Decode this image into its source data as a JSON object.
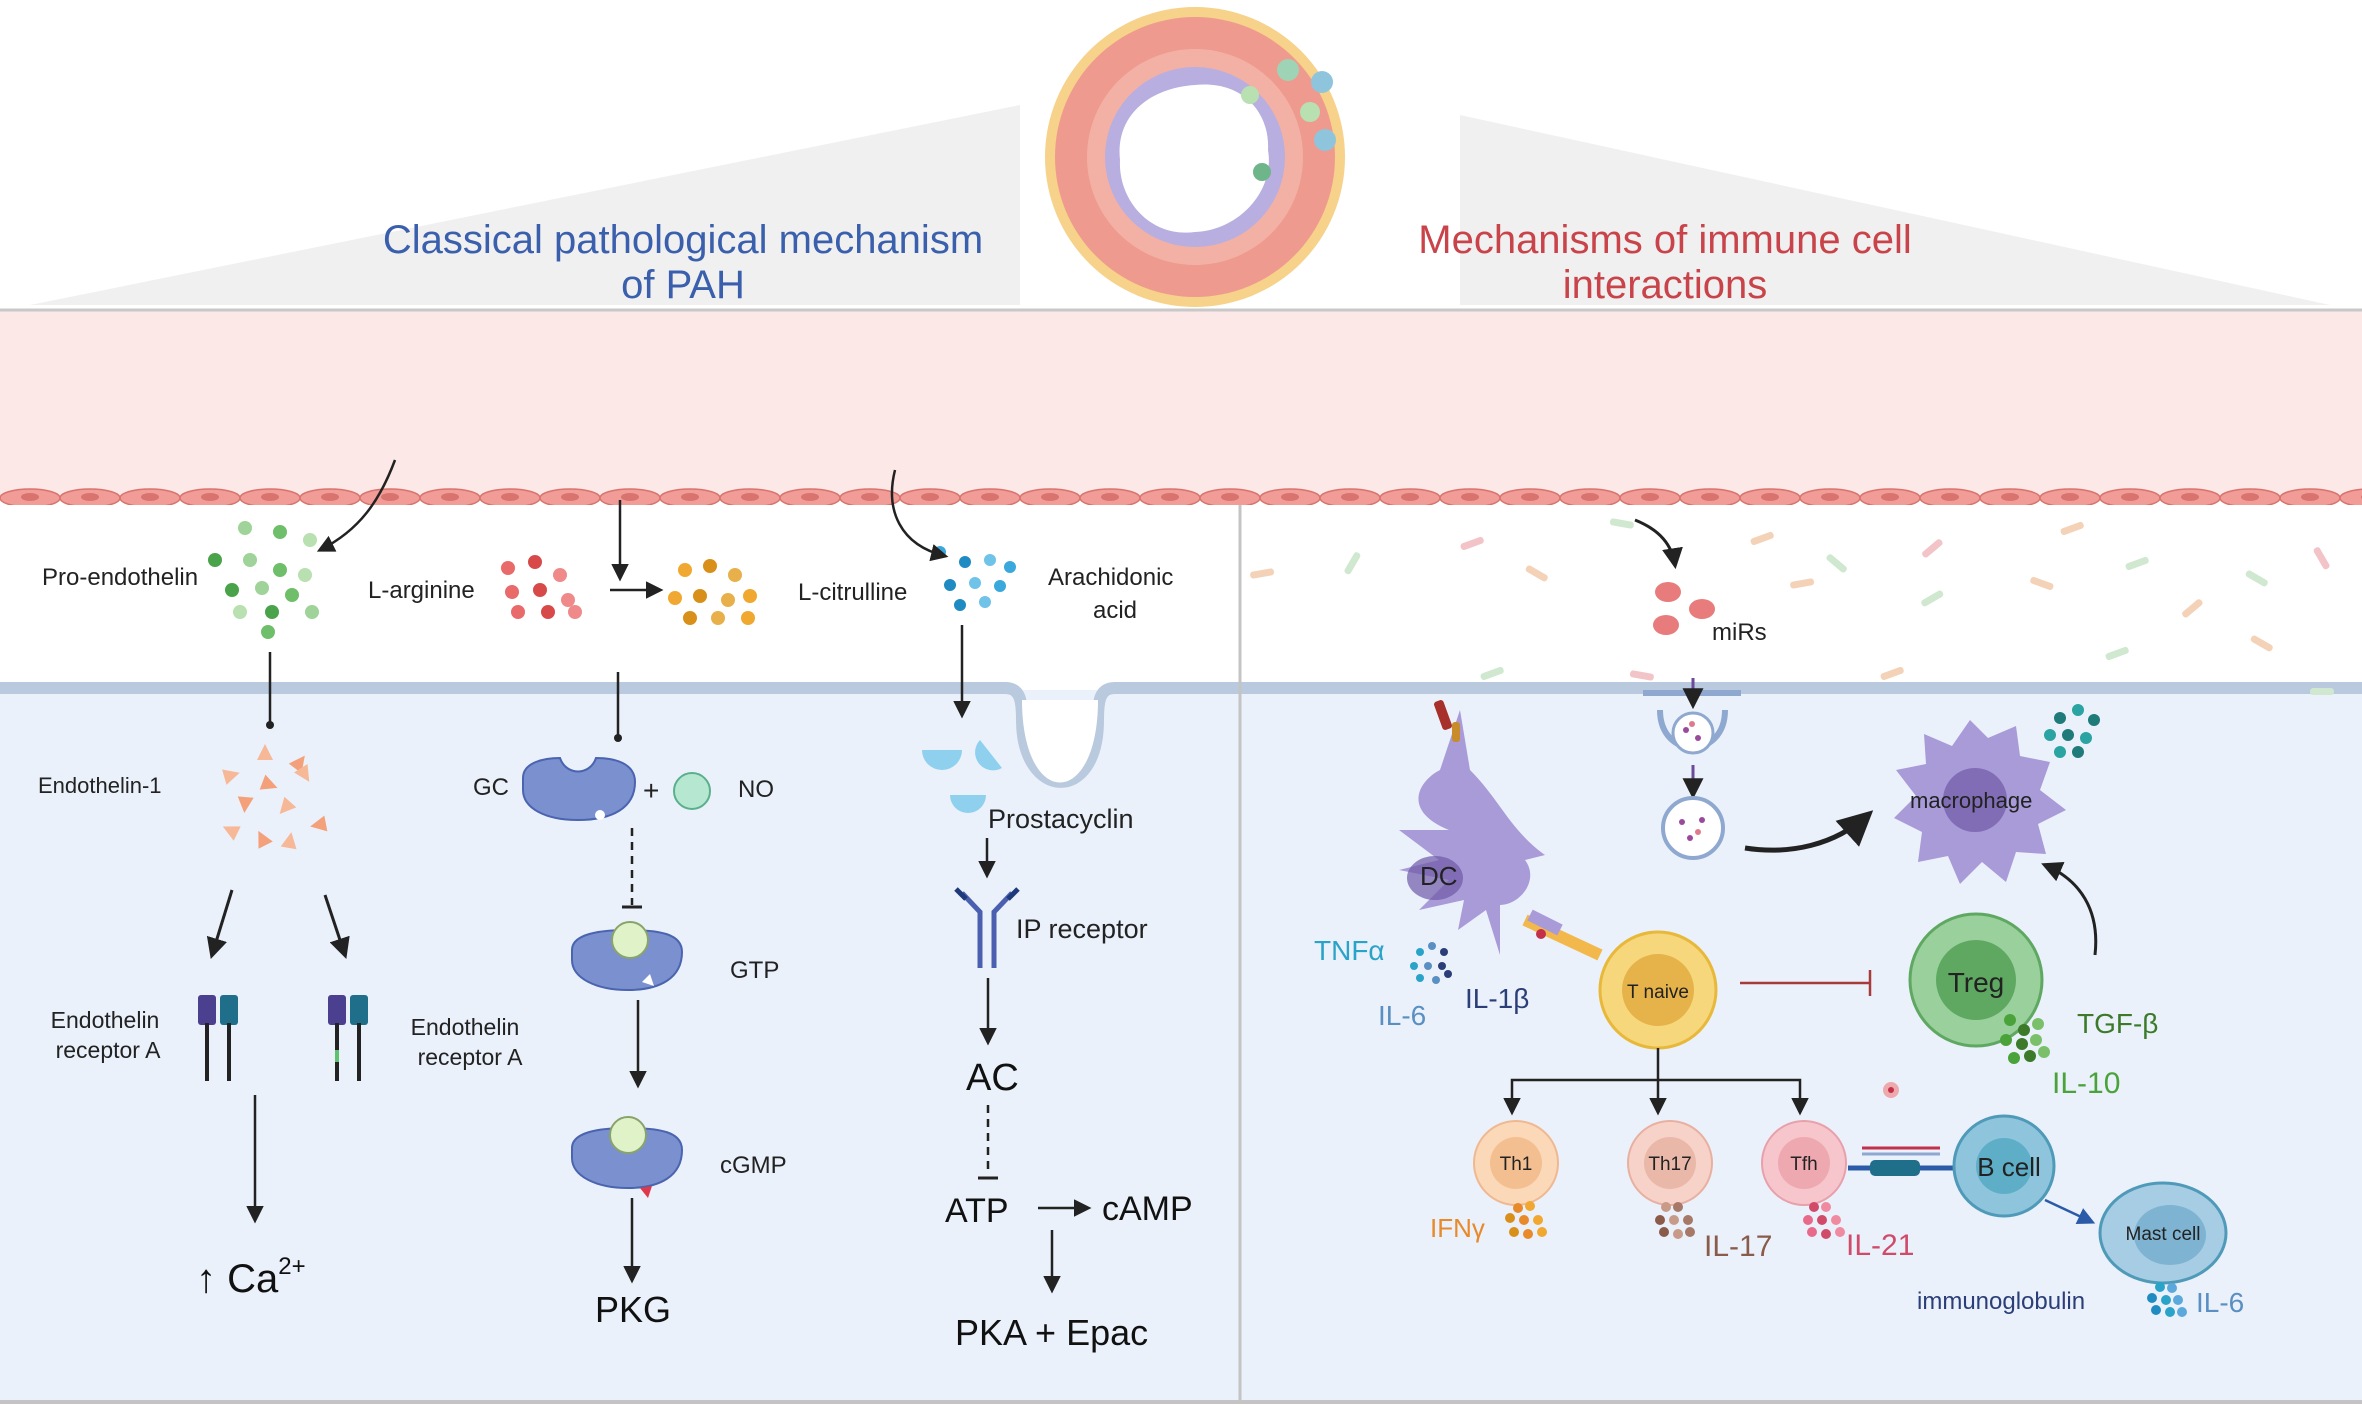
{
  "headers": {
    "left": [
      "Classical pathological mechanism",
      "of PAH"
    ],
    "right": [
      "Mechanisms of immune cell",
      "interactions"
    ]
  },
  "left_panel": {
    "pro_endothelin": "Pro-endothelin",
    "l_arginine": "L-arginine",
    "l_citrulline": "L-citrulline",
    "arachidonic": [
      "Arachidonic",
      "acid"
    ],
    "endothelin1": "Endothelin-1",
    "receptor_a1": [
      "Endothelin",
      "receptor A"
    ],
    "receptor_a2": [
      "Endothelin",
      "receptor A"
    ],
    "calcium": "↑ Ca",
    "calcium_sup": "2+",
    "gc": "GC",
    "plus": "+",
    "no": "NO",
    "gtp": "GTP",
    "cgmp": "cGMP",
    "pkg": "PKG",
    "prostacyclin": "Prostacyclin",
    "ip_receptor": "IP receptor",
    "ac": "AC",
    "atp": "ATP",
    "camp": "cAMP",
    "pka": "PKA + Epac"
  },
  "right_panel": {
    "mirs": "miRs",
    "macrophage": "macrophage",
    "dc": "DC",
    "tnfa": "TNFα",
    "il6_a": "IL-6",
    "il1b": "IL-1β",
    "t_naive": "T naive",
    "treg": "Treg",
    "tgfb": "TGF-β",
    "il10": "IL-10",
    "th1": "Th1",
    "th17": "Th17",
    "tfh": "Tfh",
    "b_cell": "B cell",
    "mast_cell": "Mast cell",
    "ifng": "IFNγ",
    "il17": "IL-17",
    "il21": "IL-21",
    "immunoglobulin": "immunoglobulin",
    "il6_b": "IL-6"
  },
  "colors": {
    "left_title": "#3a5fad",
    "right_title": "#c9444a",
    "vessel_wall": "#fce8e6",
    "cytoplasm": "#eaf1fb",
    "membrane": "#b9c9de",
    "receptor_purple": "#4b3f8f",
    "receptor_teal": "#1f6f8b",
    "enzyme_blue": "#7b90cf",
    "tnf_blue": "#2aa3c9",
    "il6_blue": "#5a8fc2",
    "il1b_navy": "#2b3e78",
    "tgf_green": "#3c7a2a",
    "il10_green": "#4aa33a",
    "ifng_orange": "#e8892a",
    "il17_brown": "#8a5a4a",
    "il21_pink": "#d04a6a",
    "immunoglobulin_navy": "#2b3e78"
  }
}
